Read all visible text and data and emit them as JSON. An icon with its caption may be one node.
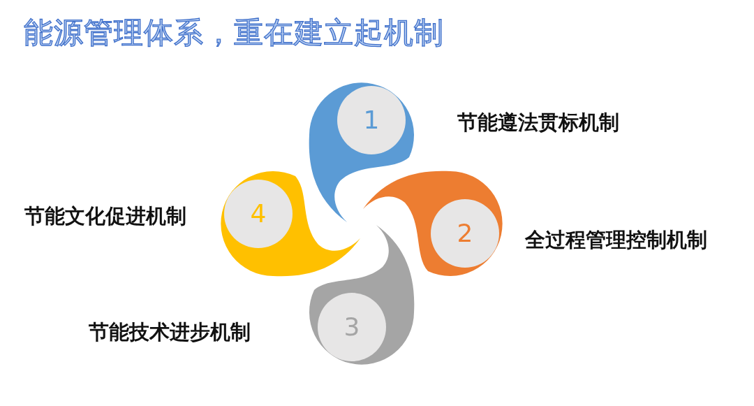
{
  "diagram": {
    "title": "能源管理体系，重在建立起机制",
    "nodes": [
      {
        "text": [
          "1"
        ],
        "beside": [
          "节能遵法贯标机制"
        ]
      },
      {
        "text": [
          "2"
        ],
        "beside": [
          "全过程管理控制机制"
        ]
      },
      {
        "text": [
          "3"
        ],
        "beside": [
          "节能技术进步机制"
        ]
      },
      {
        "text": [
          "4"
        ],
        "beside": [
          "节能文化促进机制"
        ]
      }
    ]
  }
}
